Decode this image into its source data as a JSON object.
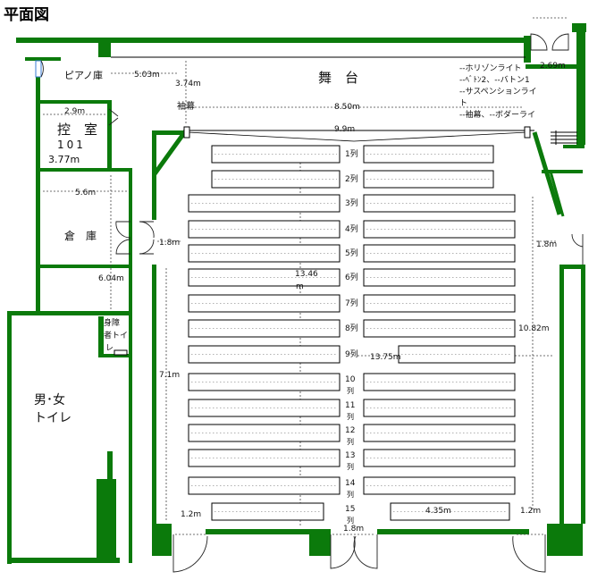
{
  "title": "平面図",
  "stage": {
    "label": "舞　台"
  },
  "rooms": {
    "piano": "ピアノ庫",
    "green_room": "控　室",
    "green_room_no": "101",
    "green_room_dim": "3.77m",
    "storage": "倉　庫",
    "toilet_mf_1": "男･女",
    "toilet_mf_2": "トイレ",
    "accessible_1": "身障",
    "accessible_2": "者トイ",
    "accessible_3": "レ"
  },
  "curtain": "袖幕",
  "stage_equipment": [
    "--ホリゾンライト",
    "--ﾍﾞﾄﾝ2、--バトン1",
    "--サスペンションライ",
    "ト",
    "--袖幕、--ボダーライ"
  ],
  "dimensions": {
    "piano_w": "5.03m",
    "piano_h": "3.74m",
    "green_w": "2.9m",
    "stage_w": "8.50m",
    "door_right_w": "2.69m",
    "seat_w": "9.9m",
    "storage_w": "5.6m",
    "storage_h": "6.04m",
    "aisle_left": "1.8m",
    "aisle_right": "1.8m",
    "hall_depth_1": "13.46",
    "hall_depth_2": "m",
    "row9_w": "13.75m",
    "right_depth": "10.82m",
    "left_depth": "7.1m",
    "bottom_left": "1.2m",
    "bottom_right": "1.2m",
    "bottom_door": "1.8m",
    "back_row": "4.35m"
  },
  "rows": [
    {
      "label": "1列"
    },
    {
      "label": "2列"
    },
    {
      "label": "3列"
    },
    {
      "label": "4列"
    },
    {
      "label": "5列"
    },
    {
      "label": "6列"
    },
    {
      "label": "7列"
    },
    {
      "label": "8列"
    },
    {
      "label": "9列"
    },
    {
      "label": "10",
      "label2": "列"
    },
    {
      "label": "11",
      "label2": "列"
    },
    {
      "label": "12",
      "label2": "列"
    },
    {
      "label": "13",
      "label2": "列"
    },
    {
      "label": "14",
      "label2": "列"
    },
    {
      "label": "15",
      "label2": "列"
    }
  ],
  "colors": {
    "wall": "#0b7a0b",
    "line": "#000000"
  }
}
